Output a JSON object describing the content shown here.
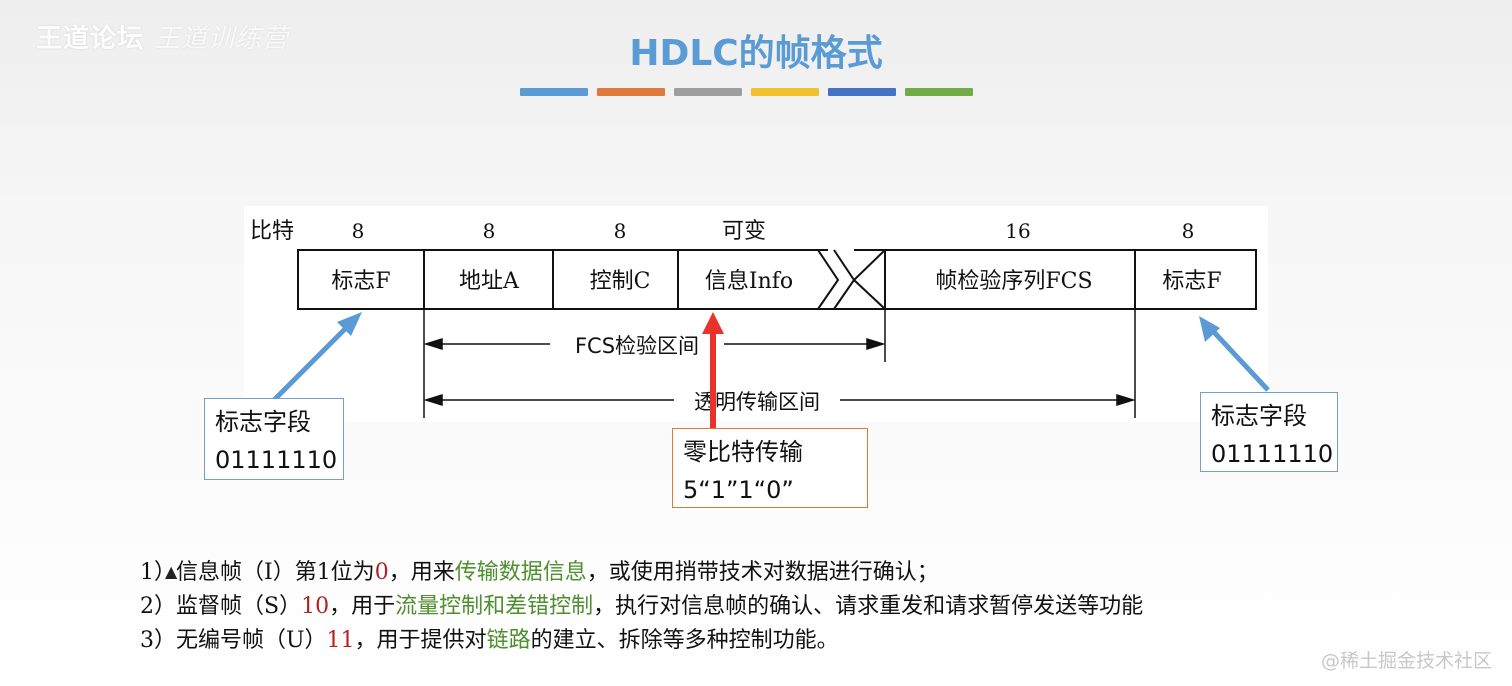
{
  "watermark": {
    "forum": "王道论坛",
    "scribble": "王道训练营",
    "corner": "@稀土掘金技术社区"
  },
  "title": "HDLC的帧格式",
  "accent_colors": [
    "#5b9bd5",
    "#e07a3b",
    "#9e9e9e",
    "#f2c12e",
    "#4472c4",
    "#70ad47"
  ],
  "frame": {
    "bits_label": "比特",
    "fields": [
      {
        "bits": "8",
        "name": "标志F"
      },
      {
        "bits": "8",
        "name": "地址A"
      },
      {
        "bits": "8",
        "name": "控制C"
      },
      {
        "bits": "可变",
        "name": "信息Info"
      },
      {
        "bits": "16",
        "name": "帧检验序列FCS"
      },
      {
        "bits": "8",
        "name": "标志F"
      }
    ],
    "range_fcs": "FCS检验区间",
    "range_transparent": "透明传输区间"
  },
  "callouts": {
    "left_flag": {
      "title": "标志字段",
      "value": "01111110"
    },
    "right_flag": {
      "title": "标志字段",
      "value": "01111110"
    },
    "zero_bit": {
      "title": "零比特传输",
      "value": "5“1”1“0”"
    }
  },
  "notes": [
    {
      "segments": [
        {
          "t": "1）信息帧（I）第1位为",
          "c": ""
        },
        {
          "t": "0",
          "c": "red"
        },
        {
          "t": "，用来",
          "c": ""
        },
        {
          "t": "传输数据信息",
          "c": "green"
        },
        {
          "t": "，或使用捎带技术对数据进行确认；",
          "c": ""
        }
      ]
    },
    {
      "segments": [
        {
          "t": "2）监督帧（S）",
          "c": ""
        },
        {
          "t": "10",
          "c": "red"
        },
        {
          "t": "，用于",
          "c": ""
        },
        {
          "t": "流量控制和差错控制",
          "c": "green"
        },
        {
          "t": "，执行对信息帧的确认、请求重发和请求暂停发送等功能",
          "c": ""
        }
      ]
    },
    {
      "segments": [
        {
          "t": "3）无编号帧（U）",
          "c": ""
        },
        {
          "t": "11",
          "c": "red"
        },
        {
          "t": "，用于提供对",
          "c": ""
        },
        {
          "t": "链路",
          "c": "green"
        },
        {
          "t": "的建立、拆除等多种控制功能。",
          "c": ""
        }
      ]
    }
  ]
}
